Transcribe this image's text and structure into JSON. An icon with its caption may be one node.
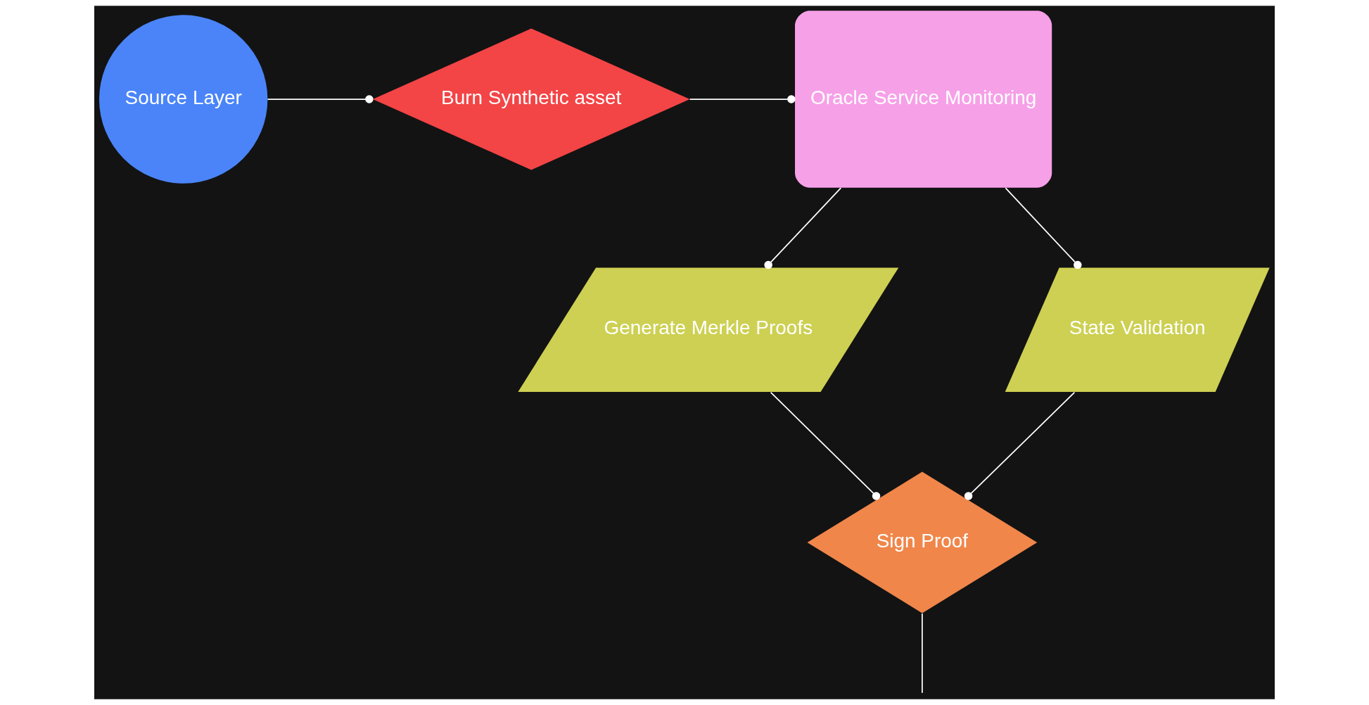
{
  "diagram": {
    "nodes": [
      {
        "text": [
          "Source Layer"
        ]
      },
      {
        "text": [
          "Burn Synthetic asset"
        ]
      },
      {
        "text": [
          "Oracle Service Monitoring"
        ]
      },
      {
        "text": [
          "Generate Merkle Proofs"
        ]
      },
      {
        "text": [
          "State Validation"
        ]
      },
      {
        "text": [
          "Sign Proof"
        ]
      }
    ],
    "edges": [
      {
        "from": 0,
        "to": 1,
        "arrow": "other"
      },
      {
        "from": 1,
        "to": 2,
        "arrow": "other"
      },
      {
        "from": 2,
        "to": 3,
        "arrow": "other"
      },
      {
        "from": 2,
        "to": 4,
        "arrow": "other"
      },
      {
        "from": 3,
        "to": 5,
        "arrow": "other"
      },
      {
        "from": 4,
        "to": 5,
        "arrow": "other"
      },
      {
        "from": 5,
        "to": null,
        "arrow": "none"
      }
    ]
  }
}
